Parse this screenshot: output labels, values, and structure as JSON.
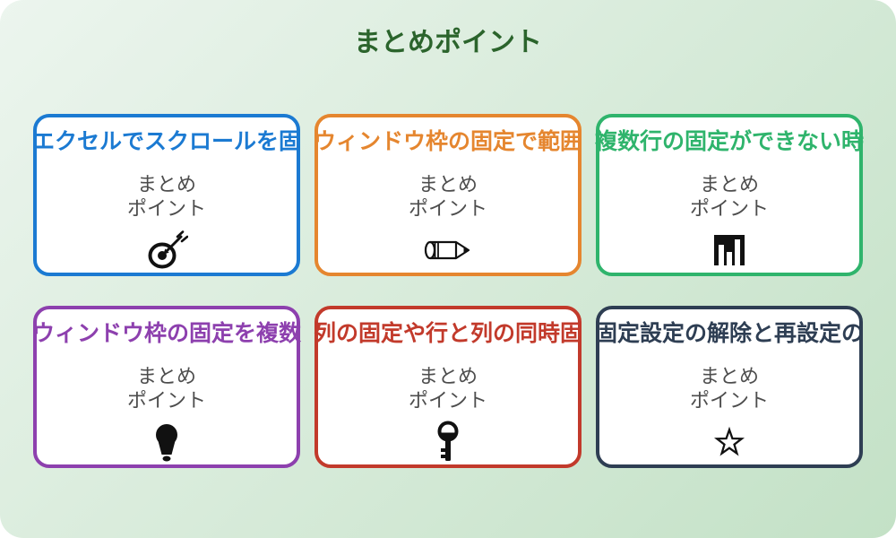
{
  "page": {
    "title": "まとめポイント",
    "colors": {
      "title": "#2b642c",
      "background_start": "#ecf5ee",
      "background_end": "#c3e1c6",
      "card_background": "#ffffff",
      "body_text": "#4d4d4d",
      "icon": "#111111"
    }
  },
  "cards": [
    {
      "title": "エクセルでスクロールを固",
      "color": "#1b7ad2",
      "body": [
        "まとめ",
        "ポイント"
      ],
      "icon": "dart-target-icon"
    },
    {
      "title": "ウィンドウ枠の固定で範囲",
      "color": "#e5862f",
      "body": [
        "まとめ",
        "ポイント"
      ],
      "icon": "pencil-icon"
    },
    {
      "title": "複数行の固定ができない時",
      "color": "#2fb46c",
      "body": [
        "まとめ",
        "ポイント"
      ],
      "icon": "bar-chart-icon"
    },
    {
      "title": "ウィンドウ枠の固定を複数",
      "color": "#8d40ae",
      "body": [
        "まとめ",
        "ポイント"
      ],
      "icon": "lightbulb-icon"
    },
    {
      "title": "列の固定や行と列の同時固",
      "color": "#c23a2b",
      "body": [
        "まとめ",
        "ポイント"
      ],
      "icon": "key-icon"
    },
    {
      "title": "固定設定の解除と再設定の",
      "color": "#2e3e53",
      "body": [
        "まとめ",
        "ポイント"
      ],
      "icon": "star-icon"
    }
  ]
}
